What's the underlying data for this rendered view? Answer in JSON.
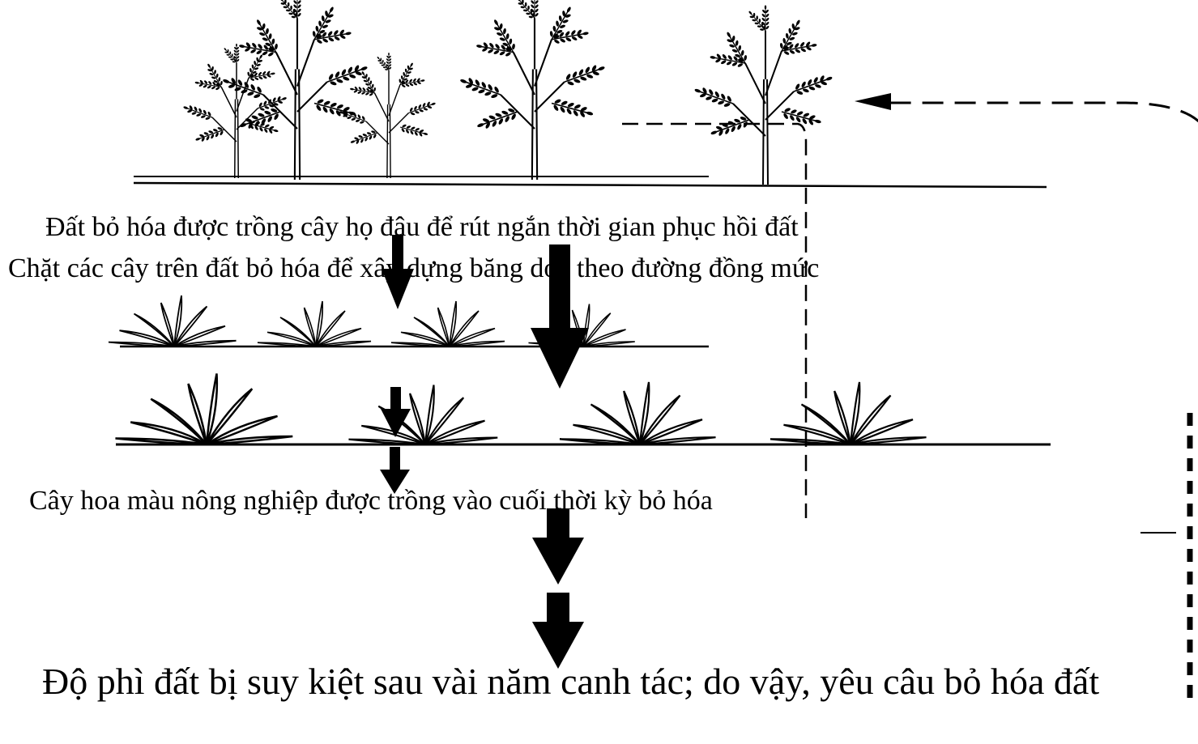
{
  "captions": {
    "fallow_legumes": "Đất bỏ hóa được trồng cây họ đậu để rút ngắn thời gian phục hồi đất",
    "cut_trees_contour": "Chặt các cây trên đất bỏ hóa để xây dựng băng dọc theo đường đồng mức",
    "crops_planted": "Cây hoa màu nông nghiệp được trồng vào cuối thời kỳ bỏ hóa",
    "soil_depleted": "Độ phì đất bị suy kiệt sau vài năm canh tác;  do vậy, yêu câu bỏ hóa đất"
  },
  "colors": {
    "ink": "#000000",
    "background": "#ffffff"
  }
}
